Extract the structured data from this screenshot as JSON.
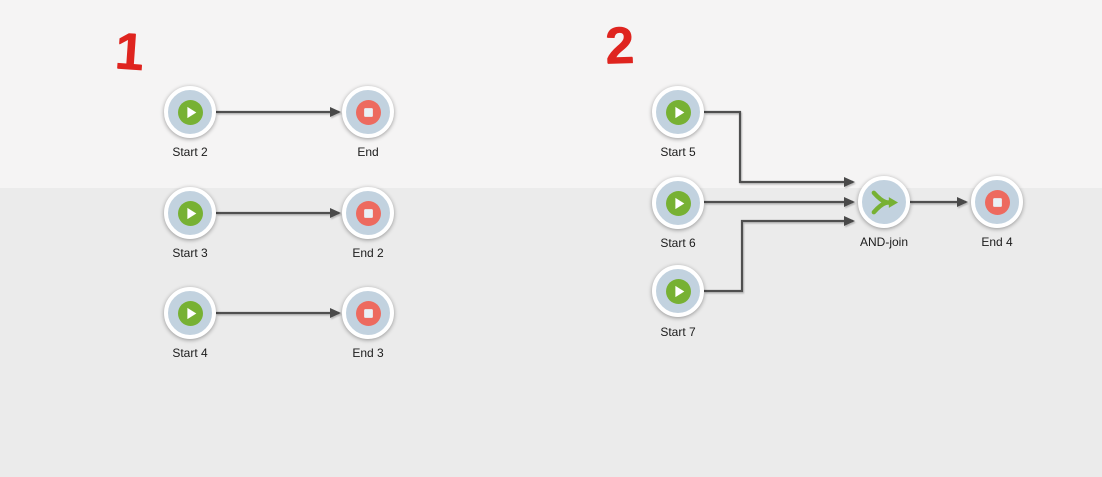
{
  "colors": {
    "background_top": "#f5f4f4",
    "background_bottom": "#ebebeb",
    "node_body": "#c2d2df",
    "node_ring": "#ffffff",
    "start_green": "#77b133",
    "join_green": "#77b133",
    "end_red": "#ed6a5f",
    "stop_square": "#e9f0f5",
    "connector_gray": "#4f4f4f",
    "annotation_red": "#df241f",
    "label_text": "#1b1b1b"
  },
  "groups": {
    "group1": {
      "annotation": "1",
      "nodes": [
        {
          "label": "Start 2",
          "type": "start"
        },
        {
          "label": "End",
          "type": "end"
        },
        {
          "label": "Start 3",
          "type": "start"
        },
        {
          "label": "End 2",
          "type": "end"
        },
        {
          "label": "Start 4",
          "type": "start"
        },
        {
          "label": "End 3",
          "type": "end"
        }
      ],
      "flows": [
        {
          "from": "Start 2",
          "to": "End"
        },
        {
          "from": "Start 3",
          "to": "End 2"
        },
        {
          "from": "Start 4",
          "to": "End 3"
        }
      ]
    },
    "group2": {
      "annotation": "2",
      "nodes": [
        {
          "label": "Start 5",
          "type": "start"
        },
        {
          "label": "Start 6",
          "type": "start"
        },
        {
          "label": "Start 7",
          "type": "start"
        },
        {
          "label": "AND-join",
          "type": "join"
        },
        {
          "label": "End 4",
          "type": "end"
        }
      ],
      "flows": [
        {
          "from": "Start 5",
          "to": "AND-join"
        },
        {
          "from": "Start 6",
          "to": "AND-join"
        },
        {
          "from": "Start 7",
          "to": "AND-join"
        },
        {
          "from": "AND-join",
          "to": "End 4"
        }
      ]
    }
  }
}
